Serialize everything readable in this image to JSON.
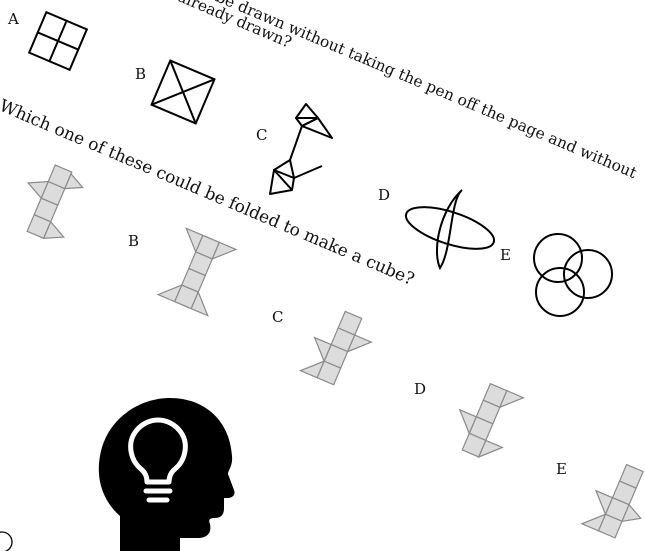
{
  "question_1": {
    "line_1": "Which one of these could be drawn without taking the pen off the page and without",
    "line_2": "going over one already drawn?",
    "visible_line_1": "ns could be drawn without taking the pen off the page and without",
    "visible_line_2": "ne already drawn?",
    "options": [
      "A",
      "B",
      "C",
      "D",
      "E"
    ]
  },
  "question_2": {
    "text": "Which one of these could be folded to make a cube?",
    "options": [
      "B",
      "C",
      "D",
      "E"
    ]
  },
  "colors": {
    "net_fill": "#dcdcdc",
    "net_stroke": "#8a8a8a",
    "ink": "#000000"
  },
  "icons": [
    "head-lightbulb-icon"
  ]
}
